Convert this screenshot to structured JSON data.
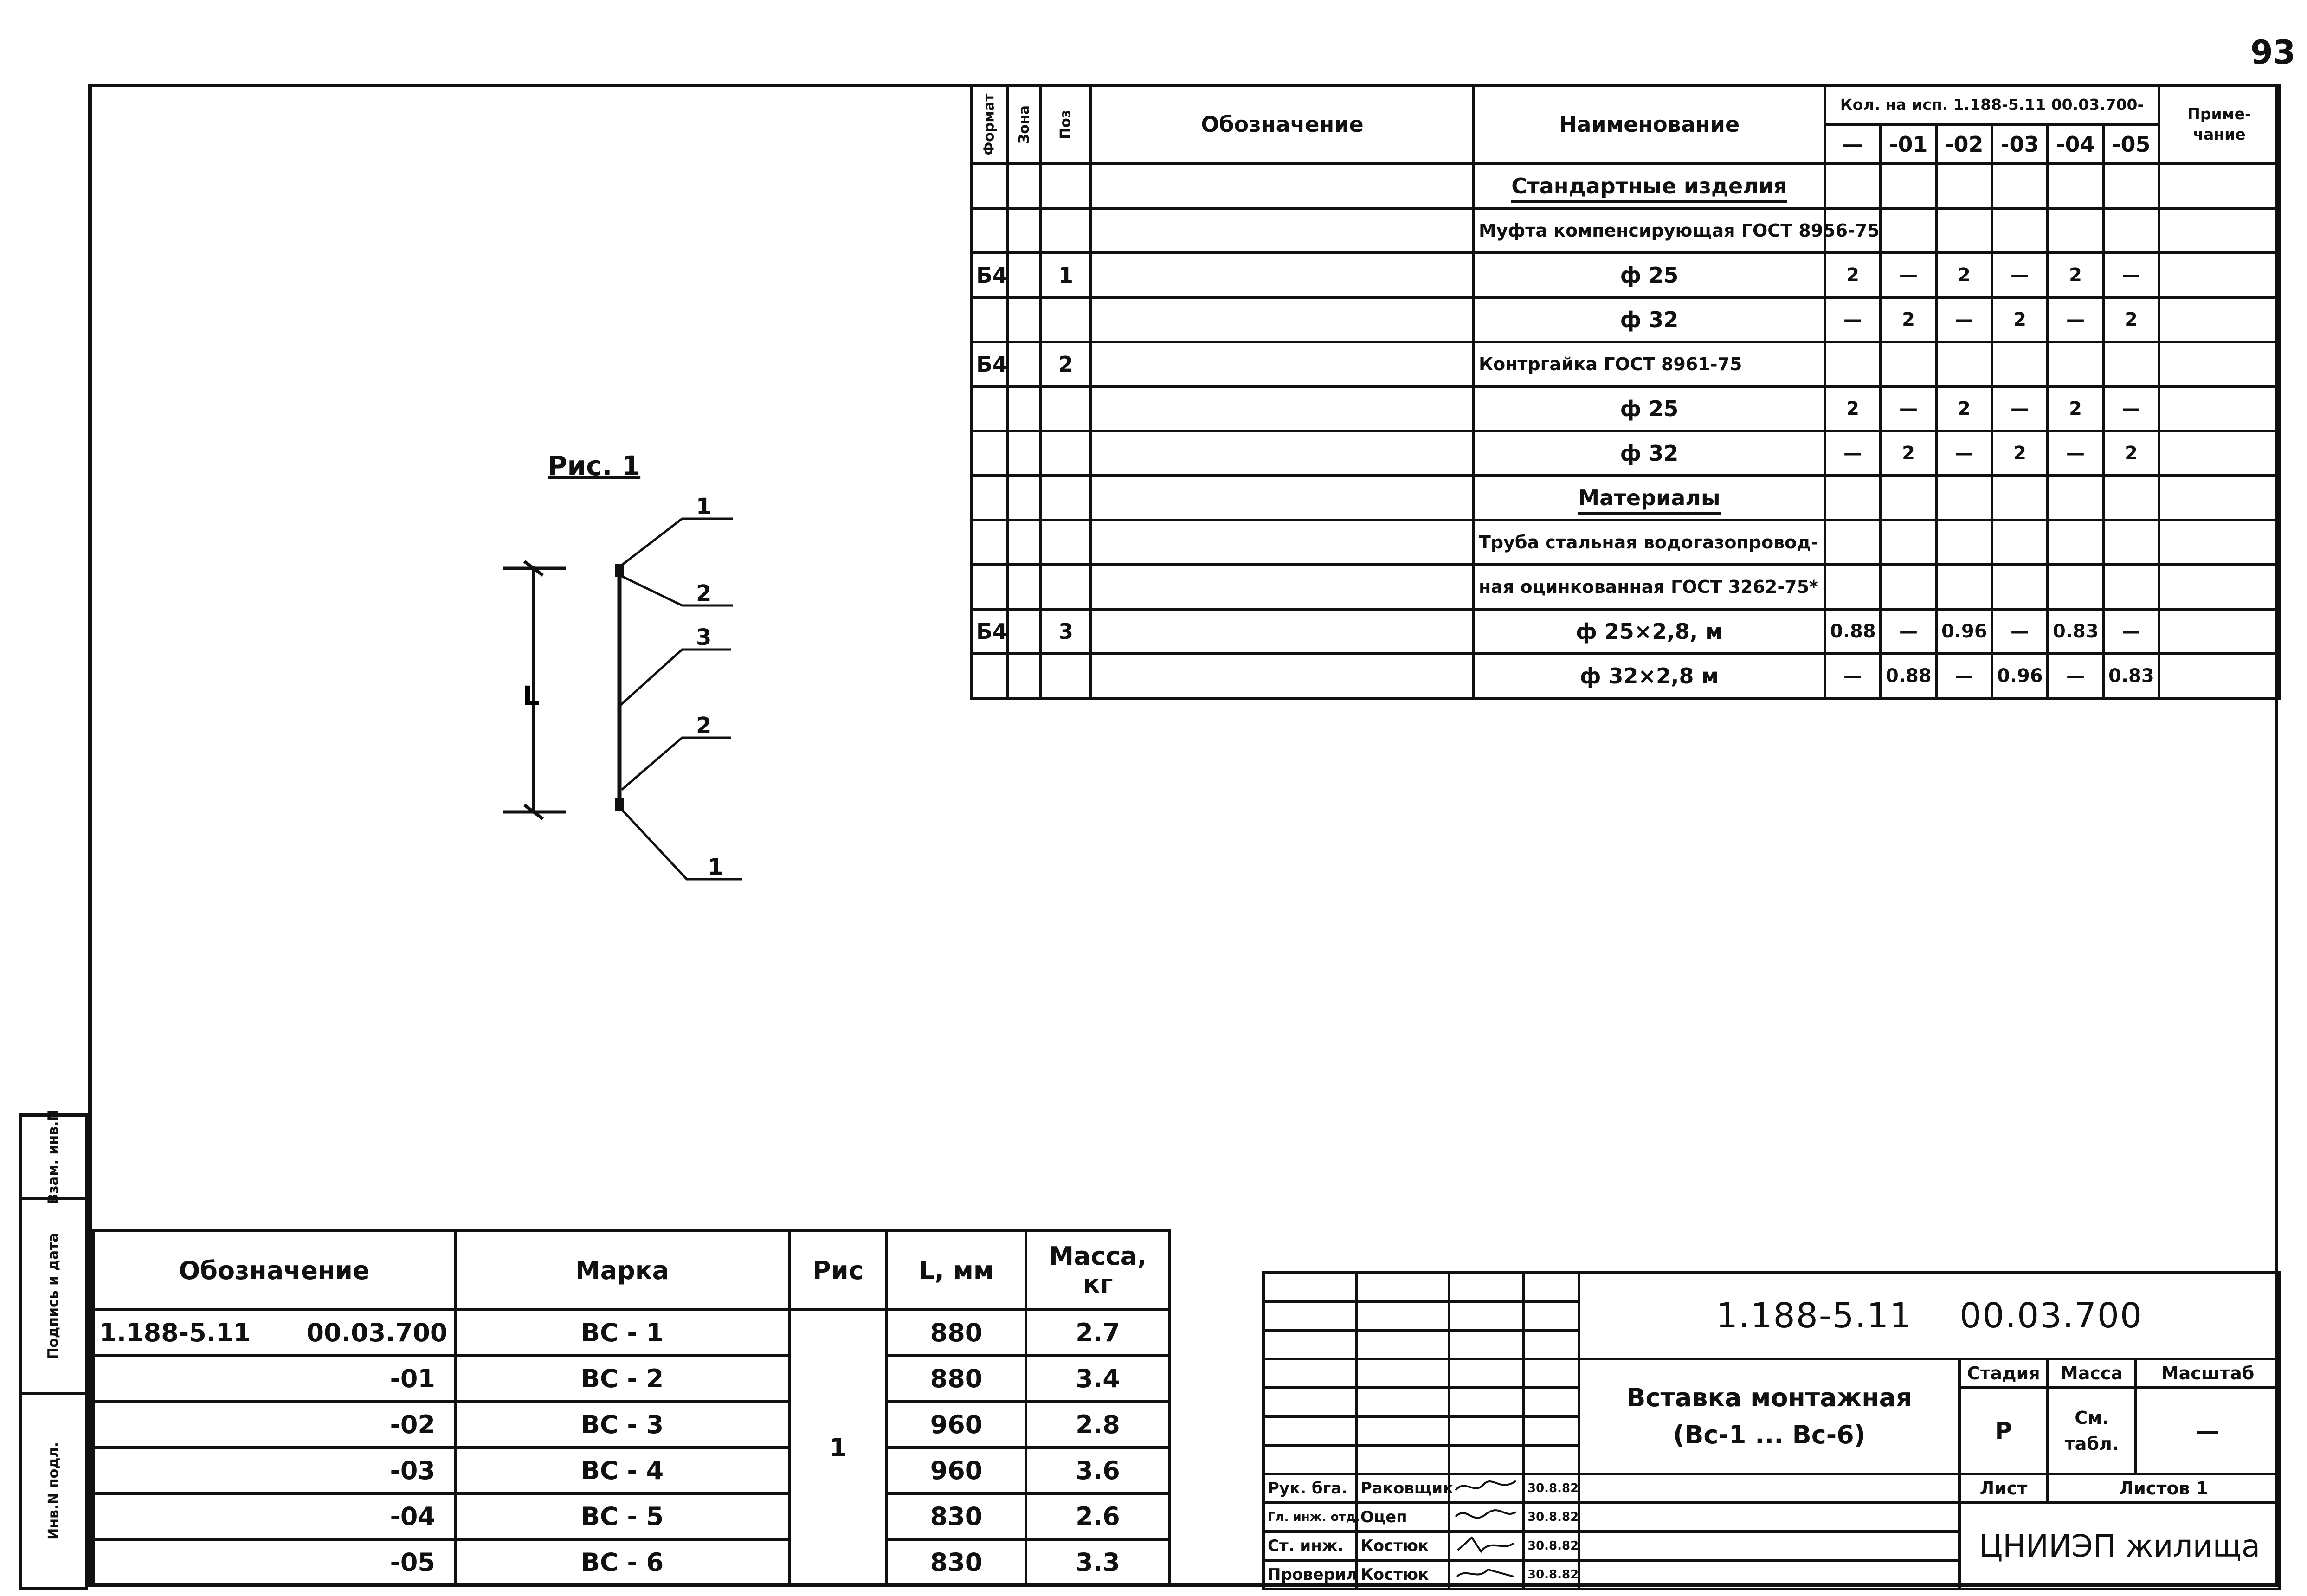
{
  "page_number": "93",
  "side_stamp": [
    "Инв.N подл.",
    "Подпись и дата",
    "Взам. инв.N"
  ],
  "spec": {
    "headers": {
      "format": "Формат",
      "zone": "Зона",
      "pos": "Поз",
      "designation": "Обозначение",
      "name": "Наименование",
      "qty": "Кол. на исп. 1.188-5.11 00.03.700-",
      "note": "Приме- чание",
      "variants": [
        "—",
        "-01",
        "-02",
        "-03",
        "-04",
        "-05"
      ]
    },
    "rows": [
      {
        "format": "",
        "pos": "",
        "name": "Стандартные изделия",
        "section": true,
        "q": [
          "",
          "",
          "",
          "",
          "",
          ""
        ]
      },
      {
        "format": "",
        "pos": "",
        "name": "Муфта компенсирующая ГОСТ 8956-75",
        "q": [
          "",
          "",
          "",
          "",
          "",
          ""
        ]
      },
      {
        "format": "Б4",
        "pos": "1",
        "name": "ф 25",
        "center": true,
        "q": [
          "2",
          "—",
          "2",
          "—",
          "2",
          "—"
        ]
      },
      {
        "format": "",
        "pos": "",
        "name": "ф 32",
        "center": true,
        "q": [
          "—",
          "2",
          "—",
          "2",
          "—",
          "2"
        ]
      },
      {
        "format": "Б4",
        "pos": "2",
        "name": "Контргайка ГОСТ 8961-75",
        "q": [
          "",
          "",
          "",
          "",
          "",
          ""
        ]
      },
      {
        "format": "",
        "pos": "",
        "name": "ф 25",
        "center": true,
        "q": [
          "2",
          "—",
          "2",
          "—",
          "2",
          "—"
        ]
      },
      {
        "format": "",
        "pos": "",
        "name": "ф 32",
        "center": true,
        "q": [
          "—",
          "2",
          "—",
          "2",
          "—",
          "2"
        ]
      },
      {
        "format": "",
        "pos": "",
        "name": "Материалы",
        "section": true,
        "q": [
          "",
          "",
          "",
          "",
          "",
          ""
        ]
      },
      {
        "format": "",
        "pos": "",
        "name": "Труба стальная водогазопровод-",
        "q": [
          "",
          "",
          "",
          "",
          "",
          ""
        ]
      },
      {
        "format": "",
        "pos": "",
        "name": "ная оцинкованная ГОСТ 3262-75*",
        "q": [
          "",
          "",
          "",
          "",
          "",
          ""
        ]
      },
      {
        "format": "Б4",
        "pos": "3",
        "name": "ф 25×2,8, м",
        "center": true,
        "q": [
          "0.88",
          "—",
          "0.96",
          "—",
          "0.83",
          "—"
        ]
      },
      {
        "format": "",
        "pos": "",
        "name": "ф 32×2,8 м",
        "center": true,
        "q": [
          "—",
          "0.88",
          "—",
          "0.96",
          "—",
          "0.83"
        ]
      }
    ]
  },
  "figure": {
    "title": "Рис. 1",
    "dim_label": "L",
    "callouts": [
      "1",
      "2",
      "3",
      "2",
      "1"
    ]
  },
  "variants_table": {
    "headers": [
      "Обозначение",
      "Марка",
      "Рис",
      "L, мм",
      "Масса, кг"
    ],
    "fig_ref": "1",
    "rows": [
      {
        "code_a": "1.188-5.11",
        "code_b": "00.03.700",
        "mark": "ВС - 1",
        "L": "880",
        "mass": "2.7"
      },
      {
        "code_a": "",
        "code_b": "-01",
        "mark": "ВС - 2",
        "L": "880",
        "mass": "3.4"
      },
      {
        "code_a": "",
        "code_b": "-02",
        "mark": "ВС - 3",
        "L": "960",
        "mass": "2.8"
      },
      {
        "code_a": "",
        "code_b": "-03",
        "mark": "ВС - 4",
        "L": "960",
        "mass": "3.6"
      },
      {
        "code_a": "",
        "code_b": "-04",
        "mark": "ВС - 5",
        "L": "830",
        "mass": "2.6"
      },
      {
        "code_a": "",
        "code_b": "-05",
        "mark": "ВС - 6",
        "L": "830",
        "mass": "3.3"
      }
    ]
  },
  "title_block": {
    "doc_code": "1.188-5.11",
    "doc_number": "00.03.700",
    "title_line1": "Вставка монтажная",
    "title_line2": "(Вс-1 ... Вс-6)",
    "stage_label": "Стадия",
    "mass_label": "Масса",
    "scale_label": "Масштаб",
    "stage": "Р",
    "mass": "См. табл.",
    "scale": "—",
    "sheet_label": "Лист",
    "sheets_label": "Листов 1",
    "org": "ЦНИИЭП жилища",
    "people": [
      {
        "role": "Рук. бга.",
        "name": "Раковщик",
        "date": "30.8.82"
      },
      {
        "role": "Гл. инж. отд.",
        "name": "Оцеп",
        "date": "30.8.82"
      },
      {
        "role": "Ст. инж.",
        "name": "Костюк",
        "date": "30.8.82"
      },
      {
        "role": "Проверил",
        "name": "Костюк",
        "date": "30.8.82"
      }
    ]
  }
}
